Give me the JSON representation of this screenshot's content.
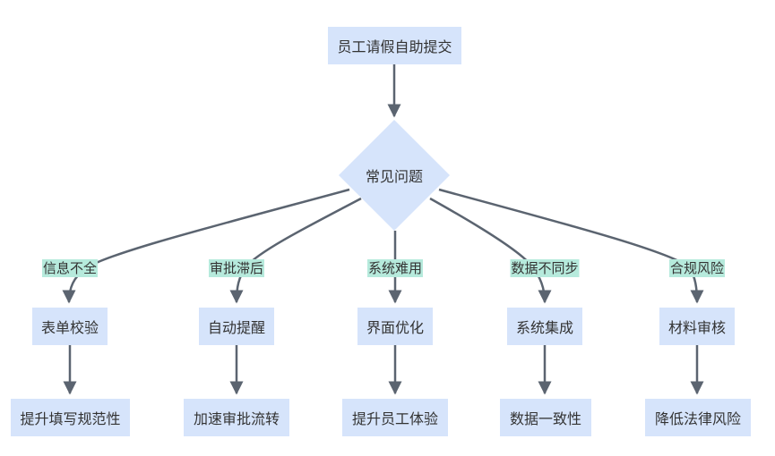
{
  "nodes": {
    "start": "员工请假自助提交",
    "decision": "常见问题",
    "sol": [
      "表单校验",
      "自动提醒",
      "界面优化",
      "系统集成",
      "材料审核"
    ],
    "res": [
      "提升填写规范性",
      "加速审批流转",
      "提升员工体验",
      "数据一致性",
      "降低法律风险"
    ]
  },
  "edge_labels": [
    "信息不全",
    "审批滞后",
    "系统难用",
    "数据不同步",
    "合规风险"
  ],
  "colors": {
    "node_fill": "#d6e4fb",
    "label_fill": "#b6eadc",
    "edge": "#5b6470",
    "text": "#333333"
  }
}
